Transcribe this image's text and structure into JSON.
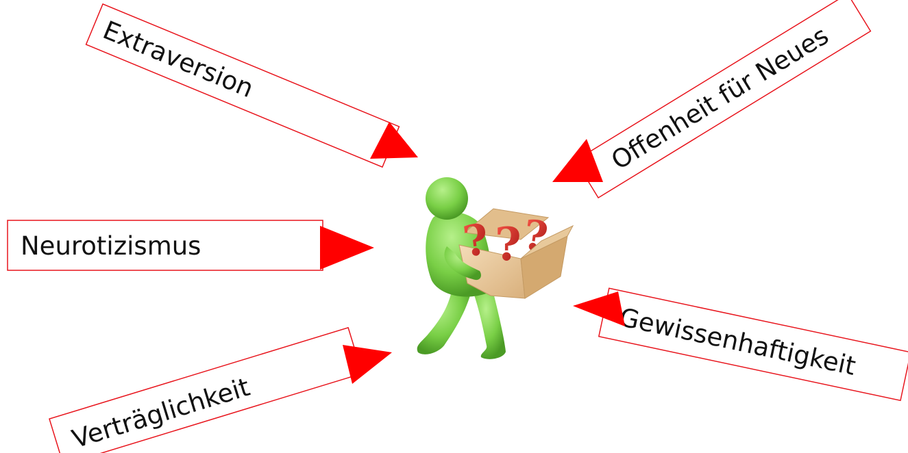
{
  "traits": {
    "extraversion": "Extraversion",
    "offenheit": "Offenheit für Neues",
    "neurotizismus": "Neurotizismus",
    "gewissenhaftigkeit": "Gewissenhaftigkeit",
    "vertraeglichkeit": "Verträglichkeit"
  },
  "figure": {
    "box_marks": [
      "?",
      "?",
      "?"
    ]
  },
  "colors": {
    "border": "#e8141c",
    "arrow": "#ff0000",
    "figure": "#7ed957",
    "box": "#e9caa0",
    "question": "#c81e1e"
  }
}
